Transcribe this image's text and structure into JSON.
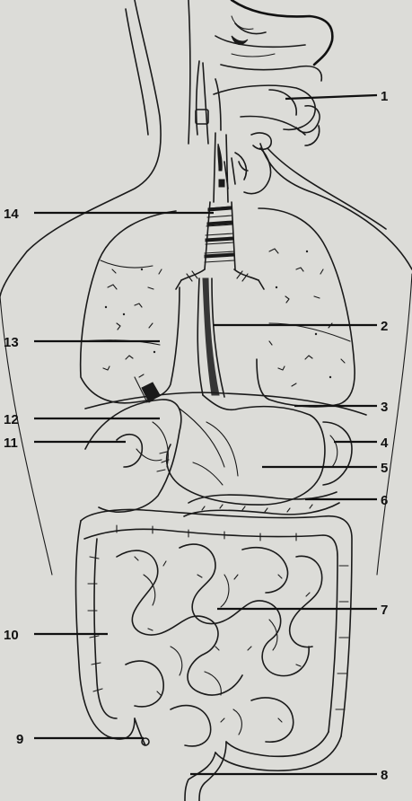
{
  "diagram": {
    "labels": [
      "1",
      "2",
      "3",
      "4",
      "5",
      "6",
      "7",
      "8",
      "9",
      "10",
      "11",
      "12",
      "13",
      "14"
    ]
  },
  "colors": {
    "background": "#dcdcd8",
    "ink": "#1a1a1a"
  }
}
